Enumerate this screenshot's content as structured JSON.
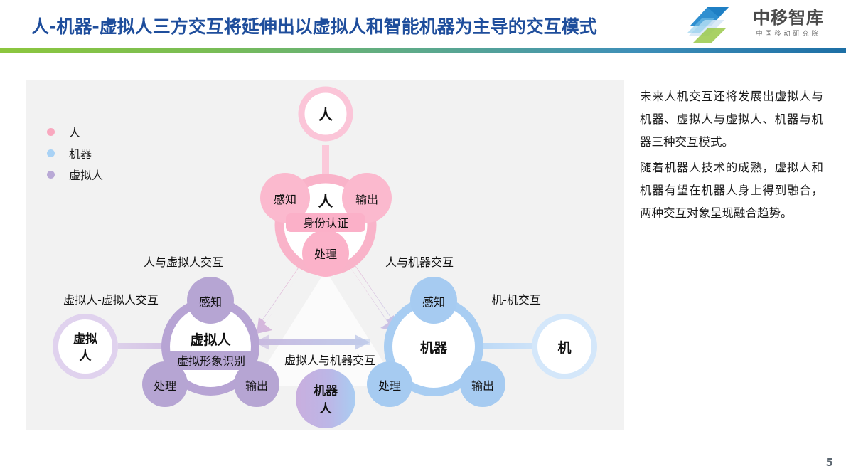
{
  "header": {
    "title": "人-机器-虚拟人三方交互将延伸出以虚拟人和智能机器为主导的交互模式",
    "title_color": "#1f4e9c",
    "logo_name": "中移智库",
    "logo_sub": "中国移动研究院",
    "gradient_from": "#8cc63e",
    "gradient_to": "#1d6fa5"
  },
  "legend": {
    "items": [
      {
        "label": "人",
        "color": "#f9a8bf"
      },
      {
        "label": "机器",
        "color": "#a9d2f5"
      },
      {
        "label": "虚拟人",
        "color": "#b9a9d6"
      }
    ]
  },
  "diagram": {
    "colors": {
      "human": "#f9b7cc",
      "human_strong": "#f9a0bd",
      "machine": "#a6cdf2",
      "machine_strong": "#8fc0ef",
      "virtual": "#bdaed9",
      "virtual_strong": "#ae9ed0",
      "panel_bg": "#f2f2f2"
    },
    "human_cluster": {
      "top_circle": "人",
      "center": "人",
      "badge": "身份认证",
      "nodes": {
        "left": "感知",
        "right": "输出",
        "bottom": "处理"
      }
    },
    "virtual_cluster": {
      "side_circle": "虚拟\n人",
      "side_circle_line1": "虚拟",
      "side_circle_line2": "人",
      "center": "虚拟人",
      "badge": "虚拟形象识别",
      "nodes": {
        "top": "感知",
        "bottom_left": "处理",
        "bottom_right": "输出"
      }
    },
    "machine_cluster": {
      "side_circle": "机",
      "center": "机器",
      "nodes": {
        "top": "感知",
        "bottom_left": "处理",
        "bottom_right": "输出"
      }
    },
    "robot_node": "机器\n人",
    "robot_line1": "机器",
    "robot_line2": "人",
    "edge_labels": {
      "human_virtual": "人与虚拟人交互",
      "human_machine": "人与机器交互",
      "virtual_machine": "虚拟人与机器交互",
      "virtual_virtual": "虚拟人-虚拟人交互",
      "machine_machine": "机-机交互"
    }
  },
  "side_text": {
    "paragraphs": [
      "未来人机交互还将发展出虚拟人与机器、虚拟人与虚拟人、机器与机器三种交互模式。",
      "随着机器人技术的成熟，虚拟人和机器有望在机器人身上得到融合，两种交互对象呈现融合趋势。"
    ]
  },
  "footer": {
    "page_number": "5"
  }
}
